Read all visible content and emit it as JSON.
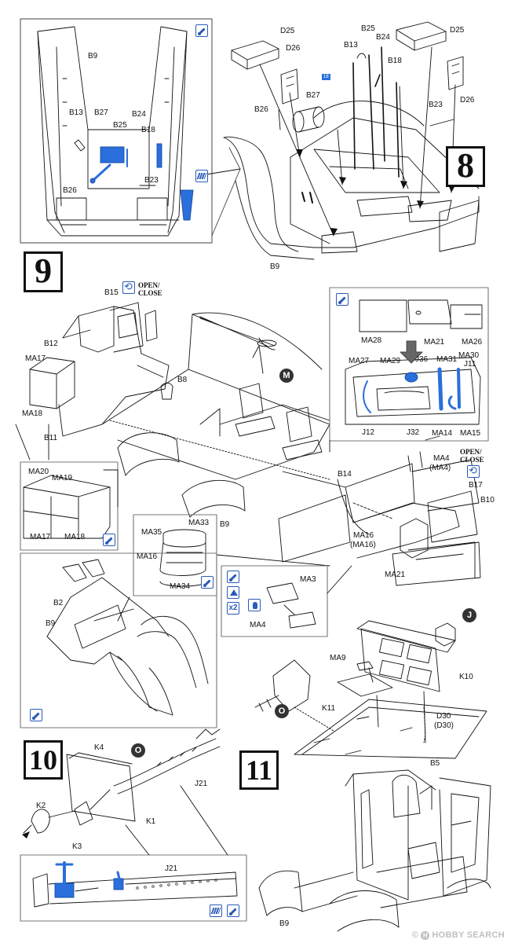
{
  "steps": {
    "s8": "8",
    "s9": "9",
    "s10": "10",
    "s11": "11"
  },
  "open_close_1": "OPEN/",
  "open_close_2": "CLOSE",
  "inline_badge": "18",
  "badges": {
    "M": "M",
    "J": "J",
    "O": "O"
  },
  "x2": "x2",
  "labels": {
    "b9_inset": "B9",
    "b13_inset": "B13",
    "b27_inset": "B27",
    "b24_inset": "B24",
    "b25_inset": "B25",
    "b18_inset": "B18",
    "b26_inset": "B26",
    "b23_inset": "B23",
    "d25_a": "D25",
    "d26_a": "D26",
    "b13": "B13",
    "b25": "B25",
    "b24": "B24",
    "d25_b": "D25",
    "b18": "B18",
    "b27": "B27",
    "b26": "B26",
    "b23": "B23",
    "d26_b": "D26",
    "b9_s8": "B9",
    "b15": "B15",
    "b12": "B12",
    "ma17": "MA17",
    "ma18": "MA18",
    "b8": "B8",
    "b11": "B11",
    "ma20": "MA20",
    "ma19": "MA19",
    "ma17_b": "MA17",
    "ma18_b": "MA18",
    "b9_s9": "B9",
    "ma28": "MA28",
    "ma21": "MA21",
    "ma26": "MA26",
    "ma27": "MA27",
    "ma29": "MA29",
    "j36": "J36",
    "ma31": "MA31",
    "ma30": "MA30",
    "j11": "J11",
    "j12": "J12",
    "j32": "J32",
    "ma14": "MA14",
    "ma15": "MA15",
    "ma4": "MA4",
    "ma4p": "(MA4)",
    "b17": "B17",
    "b14": "B14",
    "b10": "B10",
    "ma35": "MA35",
    "ma33": "MA33",
    "ma16_s": "MA16",
    "ma34": "MA34",
    "ma16": "MA16",
    "ma16p": "(MA16)",
    "ma21_b": "MA21",
    "ma3": "MA3",
    "ma4_c": "MA4",
    "b2": "B2",
    "b9_c": "B9",
    "ma9": "MA9",
    "k10": "K10",
    "k11": "K11",
    "d30": "D30",
    "d30p": "(D30)",
    "b5": "B5",
    "k4": "K4",
    "j21": "J21",
    "k2": "K2",
    "k1": "K1",
    "k3": "K3",
    "j21_b": "J21",
    "b9_s11": "B9"
  },
  "watermark": "HOBBY SEARCH",
  "watermark_prefix": "©",
  "watermark_mark": "H",
  "colors": {
    "highlight": "#2a6fdb",
    "ink": "#111111",
    "inset_border": "#777777"
  },
  "icons": [
    "brush-icon",
    "pe-parts-icon",
    "flip-icon",
    "glue-icon",
    "up-icon",
    "cut-icon"
  ]
}
